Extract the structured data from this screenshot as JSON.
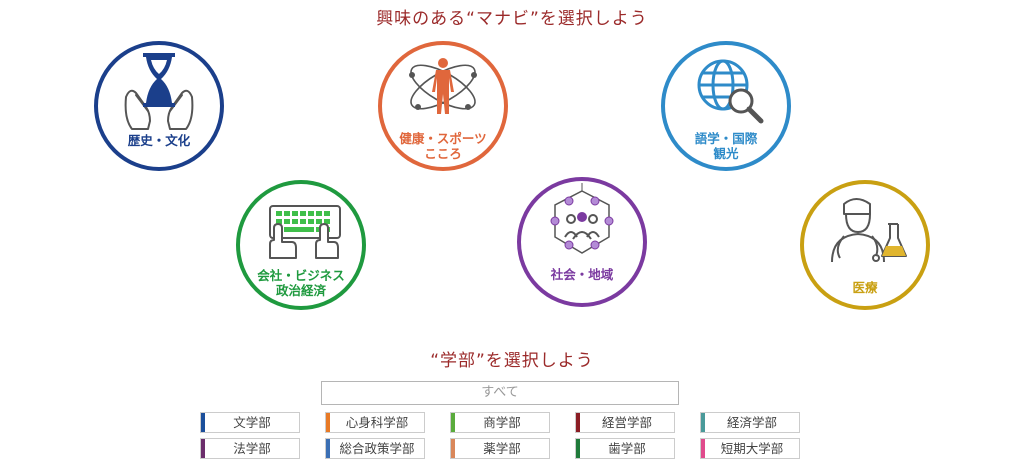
{
  "heading1": "興味のある“マナビ”を選択しよう",
  "heading2": "“学部”を選択しよう",
  "categories": [
    {
      "label": "歴史・文化",
      "color": "#1b3f8b",
      "icon": "hourglass-hands-icon"
    },
    {
      "label": "健康・スポーツ\nこころ",
      "color": "#e0673c",
      "icon": "human-body-icon"
    },
    {
      "label": "語学・国際\n観光",
      "color": "#2e8bc9",
      "icon": "globe-magnifier-icon"
    },
    {
      "label": "会社・ビジネス\n政治経済",
      "color": "#1f9a3f",
      "icon": "keyboard-hands-icon"
    },
    {
      "label": "社会・地域",
      "color": "#7b3aa0",
      "icon": "network-people-icon"
    },
    {
      "label": "医療",
      "color": "#c9a012",
      "icon": "doctor-flask-icon"
    }
  ],
  "all_label": "すべて",
  "faculties": [
    {
      "label": "文学部",
      "color": "#1b4f9b"
    },
    {
      "label": "心身科学部",
      "color": "#e87a26"
    },
    {
      "label": "商学部",
      "color": "#5aab3c"
    },
    {
      "label": "経営学部",
      "color": "#8b1d24"
    },
    {
      "label": "経済学部",
      "color": "#4a9a9a"
    },
    {
      "label": "法学部",
      "color": "#6b2d6b"
    },
    {
      "label": "総合政策学部",
      "color": "#3b6fb4"
    },
    {
      "label": "薬学部",
      "color": "#d9875a"
    },
    {
      "label": "歯学部",
      "color": "#1f7a3a"
    },
    {
      "label": "短期大学部",
      "color": "#e04b8c"
    }
  ]
}
